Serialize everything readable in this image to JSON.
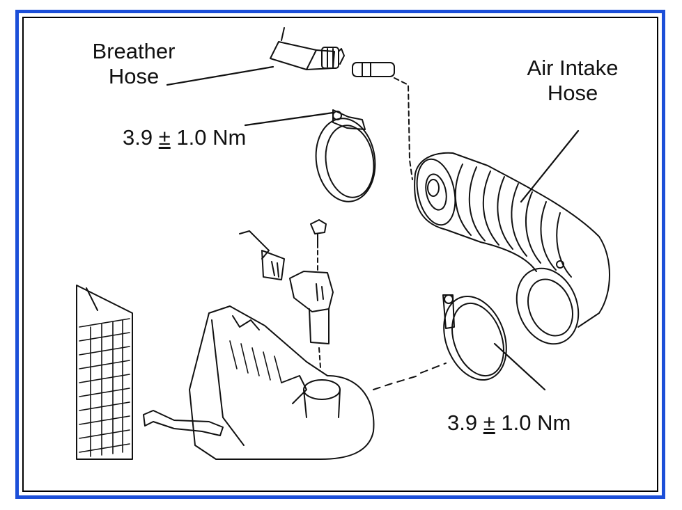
{
  "colors": {
    "frame_outer": "#1c4fd8",
    "frame_inner": "#000000",
    "ink": "#111111"
  },
  "labels": {
    "breather_hose": {
      "line1": "Breather",
      "line2": "Hose"
    },
    "air_intake_hose": {
      "line1": "Air Intake",
      "line2": "Hose"
    },
    "torque_top": {
      "value": "3.9",
      "pm": "±",
      "tol": "1.0 Nm"
    },
    "torque_bottom": {
      "value": "3.9",
      "pm": "±",
      "tol": "1.0 Nm"
    }
  }
}
